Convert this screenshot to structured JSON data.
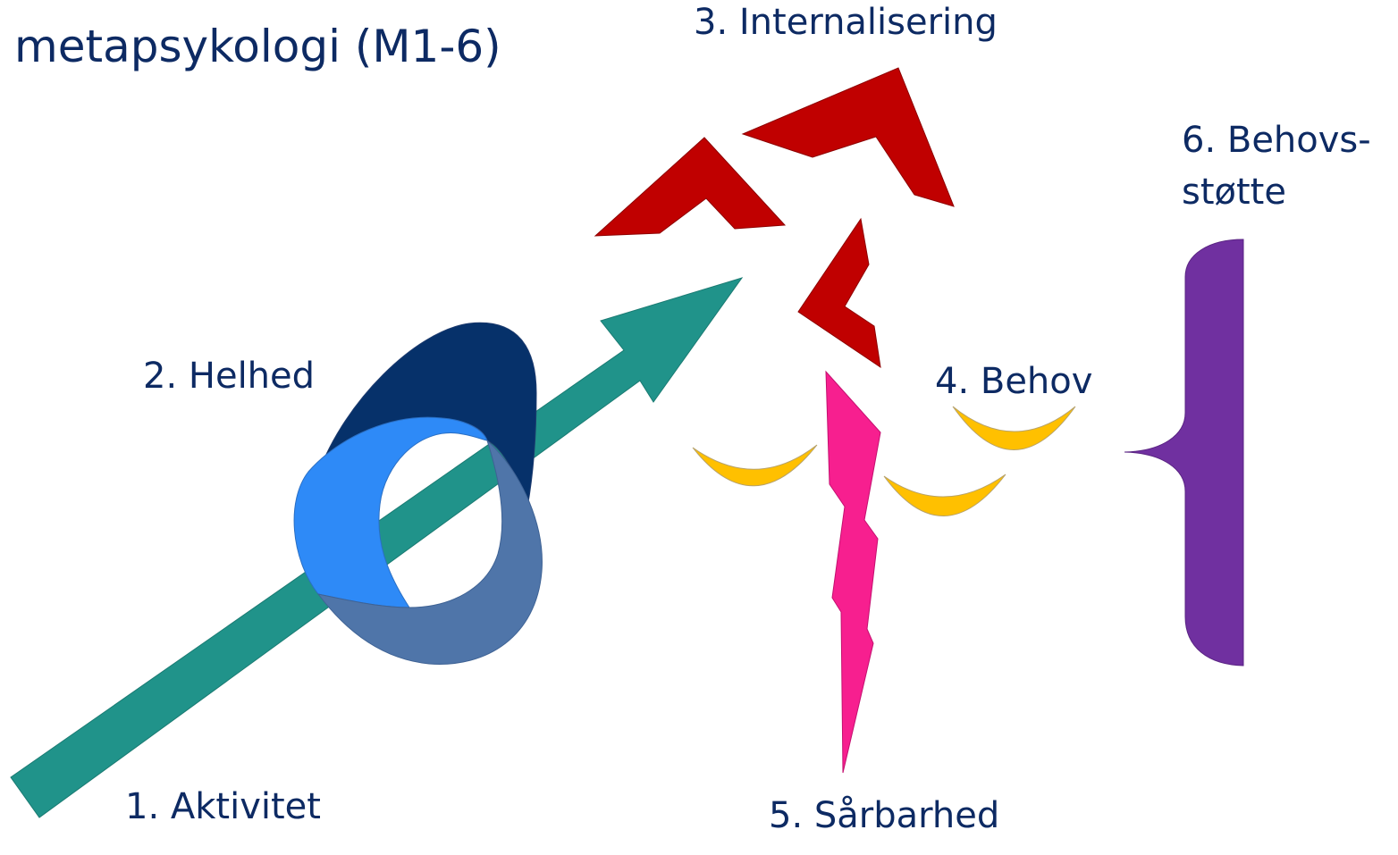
{
  "title": "metapsykologi (M1-6)",
  "labels": {
    "aktivitet": "1. Aktivitet",
    "helhed": "2. Helhed",
    "internalisering": "3. Internalisering",
    "behov": "4. Behov",
    "saarbarhed": "5. Sårbarhed",
    "behovsstotte_line1": "6. Behovs-",
    "behovsstotte_line2": "støtte"
  },
  "colors": {
    "text": "#0d2a63",
    "arrow": "#20938a",
    "ring_dark": "#06316a",
    "ring_light": "#2e8af7",
    "ring_mid": "#4f75a9",
    "chevrons": "#c00000",
    "lightning": "#f71f8f",
    "moons": "#ffc000",
    "brace": "#7030a0"
  }
}
